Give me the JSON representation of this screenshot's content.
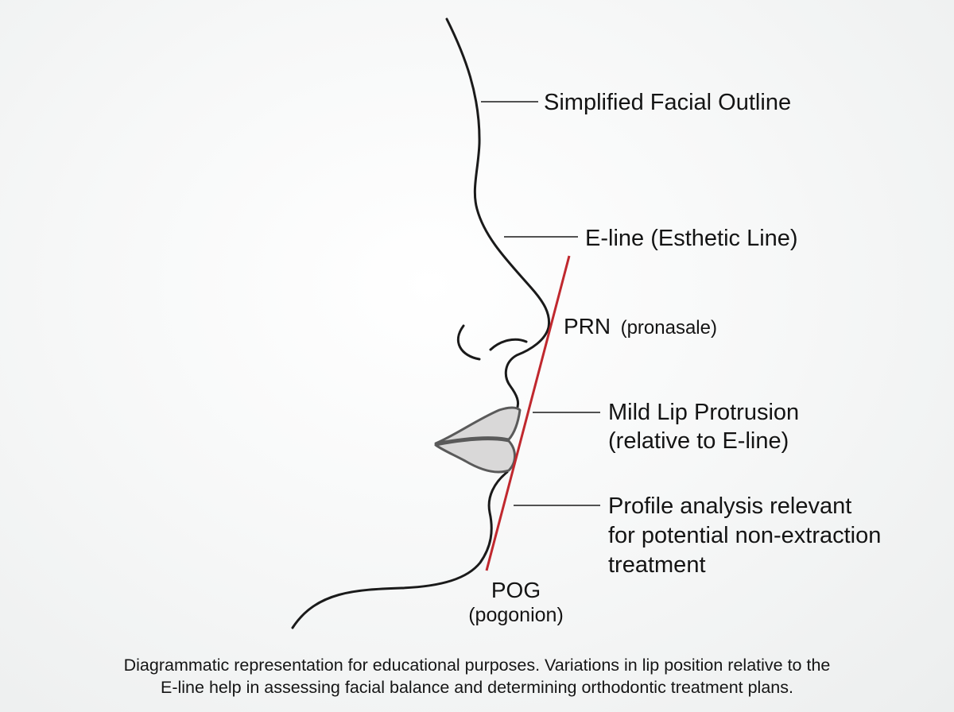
{
  "labels": {
    "facial_outline": "Simplified Facial Outline",
    "e_line": "E-line (Esthetic Line)",
    "prn": "PRN",
    "prn_full": "(pronasale)",
    "lip_protrusion": [
      "Mild Lip Protrusion",
      "(relative to E-line)"
    ],
    "profile_analysis": [
      "Profile analysis relevant",
      "for potential non-extraction",
      "treatment"
    ],
    "pog": "POG",
    "pog_full": "(pogonion)"
  },
  "caption": [
    "Diagrammatic representation for educational purposes. Variations in lip position relative to the",
    "E-line help in assessing facial balance and determining orthodontic treatment plans."
  ],
  "colors": {
    "e_line": "#c0282e",
    "outline": "#1a1a1a",
    "lip_fill": "#d9d8d8",
    "lip_stroke": "#5a5a5a",
    "leader": "#3a3a3a"
  }
}
